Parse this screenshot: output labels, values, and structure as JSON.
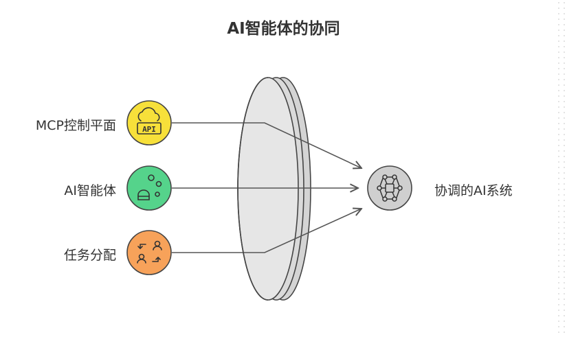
{
  "title": "AI智能体的协同",
  "inputs": [
    {
      "label": "MCP控制平面",
      "icon": "cloud-api-icon",
      "color": "#f7e03a",
      "icon_text": "API"
    },
    {
      "label": "AI智能体",
      "icon": "robot-icon",
      "color": "#55d38b"
    },
    {
      "label": "任务分配",
      "icon": "user-swap-icon",
      "color": "#f7a25a"
    }
  ],
  "output": {
    "label": "协调的AI系统",
    "icon": "network-hub-icon",
    "color": "#cfcfcf"
  },
  "lens": {
    "icon": "lens-shape",
    "color": "#e4e4e4"
  }
}
